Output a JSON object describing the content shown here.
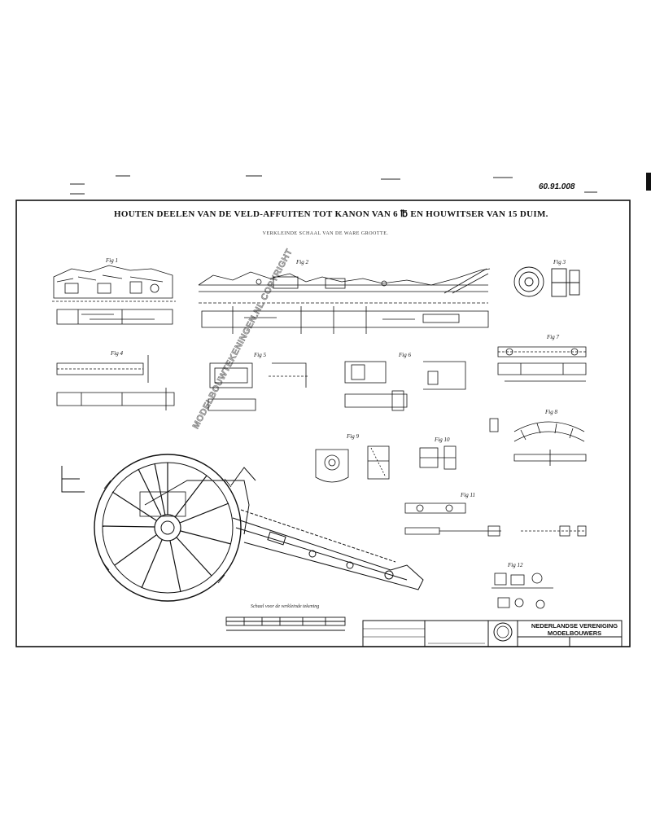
{
  "drawing": {
    "title": "HOUTEN DEELEN VAN DE VELD-AFFUITEN TOT KANON VAN 6 ℔ EN HOUWITSER VAN 15 DUIM.",
    "subtitle": "VERKLEINDE SCHAAL VAN DE WARE GROOTTE.",
    "reference_number": "60.91.008",
    "watermark": "MODELBOUWTEKENINGEN.NL COPYRIGHT",
    "figure_labels": [
      "Fig 1",
      "Fig 2",
      "Fig 3",
      "Fig 4",
      "Fig 5",
      "Fig 6",
      "Fig 7",
      "Fig 8",
      "Fig 9",
      "Fig 10",
      "Fig 11",
      "Fig 12"
    ],
    "scale_note": "Schaal voor de verkleinde tekening",
    "title_block": {
      "organization_line1": "NEDERLANDSE VERENIGING",
      "organization_line2": "MODELBOUWERS"
    }
  }
}
